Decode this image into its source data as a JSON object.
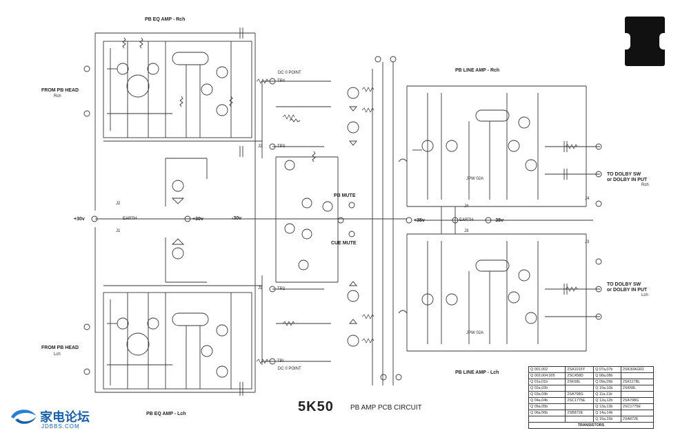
{
  "labels": {
    "pb_eq_amp_rch": "PB EQ AMP - Rch",
    "pb_eq_amp_lch": "PB EQ AMP - Lch",
    "pb_line_amp_rch": "PB LINE AMP - Rch",
    "pb_line_amp_lch": "PB LINE AMP - Lch",
    "from_pb_head_r": "FROM PB HEAD",
    "rch": "Rch",
    "from_pb_head_l": "FROM PB HEAD",
    "lch": "Lch",
    "dc0_point_top": "DC 0 POINT",
    "dc0_point_bottom": "DC 0 POINT",
    "tp4": "TP4",
    "tp3": "TP3",
    "tp2": "TP2",
    "tp1": "TPl",
    "j1": "J1",
    "j2": "J2",
    "j3": "J3",
    "j4": "J4",
    "earth_left": "EARTH",
    "earth_right": "EARTH",
    "plus30v": "+30v",
    "plus30v_mid": "+30v",
    "minus30v": "-30v",
    "plus35v": "+35v",
    "minus35v": "-35v",
    "pb_mute": "PB MUTE",
    "cue_mute": "CUE MUTE",
    "to_dolby_r": "TO DOLBY SW",
    "to_dolby_r2": "or DOLBY IN PUT",
    "to_dolby_l": "TO DOLBY SW",
    "to_dolby_l2": "or DOLBY IN PUT",
    "jpw_top": "JPW 02A",
    "jpw_bottom": "JPW 02A",
    "title": "5K50",
    "subtitle": "PB AMP PCB CIRCUIT"
  },
  "transistors": {
    "rows": [
      [
        "Q 001,002",
        "2SA1015Y",
        "Q 07a,07b",
        "2SK30AGR2"
      ],
      [
        "Q 003,004,005",
        "2SC458D",
        "Q 08a,08b",
        ""
      ],
      [
        "Q 01a,01b",
        "2SK68L",
        "Q 09a,09b",
        "2SK117BL"
      ],
      [
        "Q 02a,02b",
        "",
        "Q 10a,10b",
        "2SK68L"
      ],
      [
        "Q 03a,03b",
        "2SA798G",
        "Q 11a,11b",
        ""
      ],
      [
        "Q 04a,04b",
        "2SC1775E",
        "Q 12a,12b",
        "2SA798G"
      ],
      [
        "Q 05a,05b",
        "",
        "Q 13a,13b",
        "2SC1775E"
      ],
      [
        "Q 06a,06b",
        "2SB872E",
        "Q 14a,14b",
        ""
      ],
      [
        "",
        "",
        "Q 15a,15b",
        "2SA872E"
      ]
    ],
    "footer": "TRANSISTORS"
  },
  "watermark": {
    "text": "家电论坛",
    "sub": "JDBBS.COM"
  }
}
